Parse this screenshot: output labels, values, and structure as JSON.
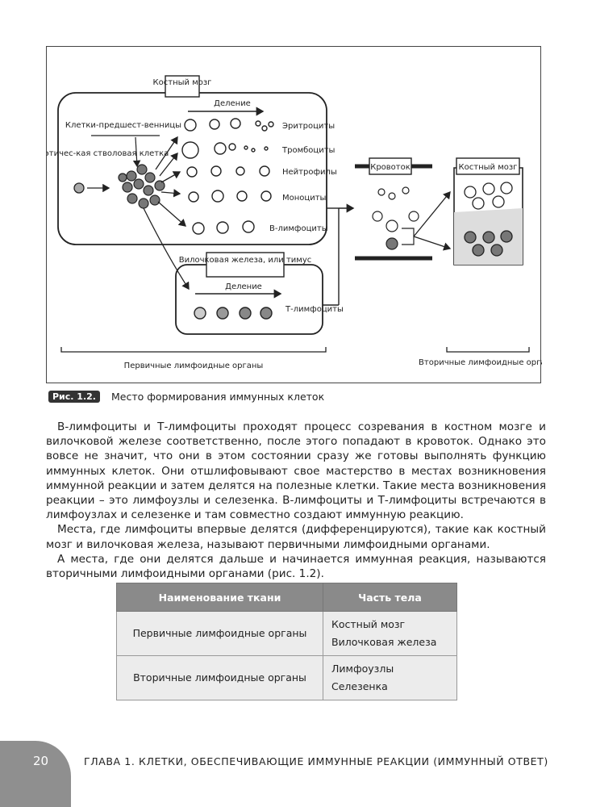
{
  "figure": {
    "labels": {
      "bone_marrow_tag": "Костный мозг",
      "division_top": "Деление",
      "precursors": "Клетки-предшест-венницы",
      "hsc": "Гемопоэтичес-кая стволовая клетка",
      "erythrocytes": "Эритроциты",
      "thrombocytes": "Тромбоциты",
      "neutrophils": "Нейтрофилы",
      "monocytes": "Моноциты",
      "b_lymphocytes": "B-лимфоциты",
      "thymus_tag": "Вилочковая железа, или тимус",
      "division_thymus": "Деление",
      "t_lymphocytes": "Т-лимфоциты",
      "bloodstream": "Кровоток",
      "bone_marrow_right": "Костный мозг",
      "primary_organs": "Первичные лимфоидные органы",
      "secondary_organs": "Вторичные лимфоидные органы"
    }
  },
  "caption": {
    "badge": "Рис. 1.2.",
    "text": "Место формирования иммунных клеток"
  },
  "body": {
    "p1": "B-лимфоциты и Т-лимфоциты проходят процесс созревания в костном мозге и вилочковой железе соответственно, после этого попадают в кровоток. Однако это вовсе не значит, что они в этом состоянии сразу же готовы выполнять функцию иммунных клеток. Они отшлифовывают свое мастерство в местах возникновения иммунной реакции и затем делятся на полезные клетки. Такие места возникновения реакции – это лимфоузлы и селезенка. B-лимфоциты и Т-лимфоциты встречаются в лимфоузлах и селезенке и там совместно создают иммунную реакцию.",
    "p2": "Места, где лимфоциты впервые делятся (дифференцируются), такие как костный мозг и вилочковая железа, называют первичными лимфоидными органами.",
    "p3": "А места, где они делятся дальше и начинается иммунная реакция, называются вторичными лимфоидными органами (рис. 1.2)."
  },
  "table": {
    "headers": [
      "Наименование ткани",
      "Часть тела"
    ],
    "rows": [
      {
        "name": "Первичные лимфоидные органы",
        "parts": [
          "Костный мозг",
          "Вилочковая железа"
        ]
      },
      {
        "name": "Вторичные лимфоидные органы",
        "parts": [
          "Лимфоузлы",
          "Селезенка"
        ]
      }
    ]
  },
  "footer": {
    "page_number": "20",
    "running_title": "ГЛАВА 1. КЛЕТКИ, ОБЕСПЕЧИВАЮЩИЕ ИММУННЫЕ РЕАКЦИИ (ИММУННЫЙ ОТВЕТ)"
  }
}
